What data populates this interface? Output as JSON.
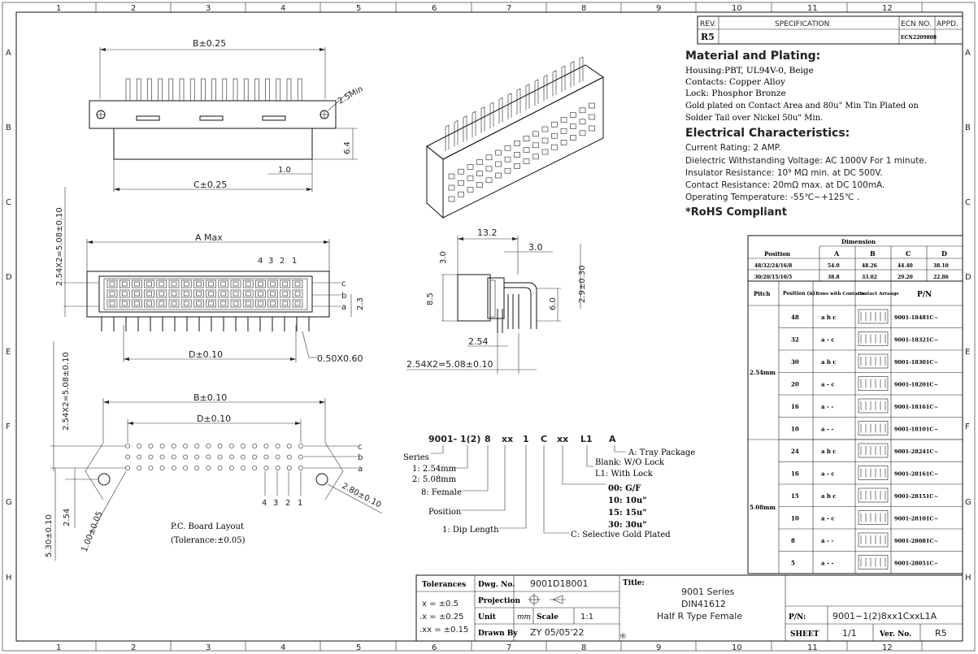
{
  "frame": {
    "col_numbers": [
      "1",
      "2",
      "3",
      "4",
      "5",
      "6",
      "7",
      "8",
      "9",
      "10",
      "11",
      "12"
    ],
    "row_letters": [
      "A",
      "B",
      "C",
      "D",
      "E",
      "F",
      "G",
      "H"
    ]
  },
  "rev_block": {
    "rev_label": "REV.",
    "spec_label": "SPECIFICATION",
    "ecn_label": "ECN NO.",
    "appd_label": "APPD.",
    "rev_value": "R5",
    "ecn_value": "ECN2209808"
  },
  "specs": {
    "material_heading": "Material and Plating:",
    "material_lines": [
      "Housing:PBT, UL94V-0, Beige",
      "Contacts: Copper Alloy",
      "Lock: Phosphor Bronze",
      "Gold plated on Contact Area and 80u\" Min Tin Plated on",
      "Solder Tail over Nickel 50u\" Min."
    ],
    "electrical_heading": "Electrical Characteristics:",
    "electrical_lines": [
      "Current Rating: 2 AMP.",
      "Dielectric Withstanding Voltage: AC 1000V For 1 minute.",
      "Insulator Resistance: 10⁹ MΩ min. at DC 500V.",
      "Contact Resistance: 20mΩ  max. at DC 100mA.",
      "Operating Temperature: -55℃~+125℃ ."
    ],
    "rohs": "*RoHS Compliant"
  },
  "dimension_table": {
    "title": "Dimension",
    "headers": [
      "Position",
      "A",
      "B",
      "C",
      "D"
    ],
    "rows": [
      [
        "48/32/24/16/8",
        "54.0",
        "48.26",
        "44.40",
        "38.10"
      ],
      [
        "30/20/15/10/5",
        "38.8",
        "33.02",
        "29.20",
        "22.86"
      ]
    ]
  },
  "pn_table": {
    "headers": [
      "Pitch",
      "Position (n)",
      "Rows with Contacts",
      "Contact Arrange",
      "P/N"
    ],
    "pitch_groups": [
      "2.54mm",
      "5.08mm"
    ],
    "rows": [
      {
        "pos": "48",
        "rows": "a b c",
        "pn": "9001-18481C~"
      },
      {
        "pos": "32",
        "rows": "a - c",
        "pn": "9001-18321C~"
      },
      {
        "pos": "30",
        "rows": "a b c",
        "pn": "9001-18301C~"
      },
      {
        "pos": "20",
        "rows": "a - c",
        "pn": "9001-18201C~"
      },
      {
        "pos": "16",
        "rows": "a - -",
        "pn": "9001-18161C~"
      },
      {
        "pos": "10",
        "rows": "a - -",
        "pn": "9001-18101C~"
      },
      {
        "pos": "24",
        "rows": "a b c",
        "pn": "9001-28241C~"
      },
      {
        "pos": "16",
        "rows": "a - c",
        "pn": "9001-28161C~"
      },
      {
        "pos": "15",
        "rows": "a b c",
        "pn": "9001-28151C~"
      },
      {
        "pos": "10",
        "rows": "a - c",
        "pn": "9001-28101C~"
      },
      {
        "pos": "8",
        "rows": "a - -",
        "pn": "9001-28081C~"
      },
      {
        "pos": "5",
        "rows": "a - -",
        "pn": "9001-28051C~"
      }
    ]
  },
  "views": {
    "top": {
      "b_dim": "B±0.25",
      "c_dim": "C±0.25",
      "hole": "2.5Min",
      "h64": "6.4",
      "d10": "1.0"
    },
    "front": {
      "a_max": "A Max",
      "pitch_v": "2.54X2=5.08±0.10",
      "d_dim": "D±0.10",
      "pin": "0.50X0.60",
      "h23": "2.3",
      "row_c": "c",
      "row_b": "b",
      "row_a": "a",
      "n4": "4",
      "n3": "3",
      "n2": "2",
      "n1": "1"
    },
    "side": {
      "w132": "13.2",
      "w30": "3.0",
      "h30": "3.0",
      "h85": "8.5",
      "h60": "6.0",
      "h29": "2.9±0.30",
      "w254": "2.54",
      "pitch": "2.54X2=5.08±0.10"
    },
    "pcb": {
      "b_dim": "B±0.10",
      "d_dim": "D±0.10",
      "pitch_v": "2.54X2=5.08±0.10",
      "row_c": "c",
      "row_b": "b",
      "row_a": "a",
      "n4": "4",
      "n3": "3",
      "n2": "2",
      "n1": "1",
      "hole_big": "2.80±0.10",
      "hole_small": "1.00±0.05",
      "v254": "2.54",
      "v530": "5.30±0.10",
      "title": "P.C. Board Layout",
      "tolerance": "(Tolerance:±0.05)"
    }
  },
  "part_number": {
    "segments": [
      "9001-",
      "1(2)",
      "8",
      "xx",
      "1",
      "C",
      "xx",
      "L1",
      "A"
    ],
    "labels": {
      "series": "Series",
      "s1": "1: 2.54mm",
      "s2": "2: 5.08mm",
      "female": "8: Female",
      "position": "Position",
      "dip": "1: Dip Length",
      "gold": "C: Selective Gold Plated",
      "tray": "A: Tray Package",
      "blank": "Blank: W/O Lock",
      "l1": "L1: With Lock",
      "g00": "00: G/F",
      "g10": "10: 10u\"",
      "g15": "15: 15u\"",
      "g30": "30: 30u\""
    }
  },
  "title_block": {
    "tol_label": "Tolerances",
    "tol1": "x  =  ±0.5",
    "tol2": ".x  =  ±0.25",
    "tol3": ".xx  =  ±0.15",
    "dwg_label": "Dwg. No.",
    "dwg_value": "9001D18001",
    "proj_label": "Projection",
    "unit_label": "Unit",
    "unit_value": "mm",
    "scale_label": "Scale",
    "scale_value": "1:1",
    "drawn_label": "Drawn By",
    "drawn_value": "ZY 05/05'22",
    "title_label": "Title:",
    "title1": "9001 Series",
    "title2": "DIN41612",
    "title3": "Half R Type Female",
    "pn_label": "P/N:",
    "pn_value": "9001−1(2)8xx1CxxL1A",
    "sheet_label": "SHEET",
    "sheet_value": "1/1",
    "ver_label": "Ver. No.",
    "ver_value": "R5",
    "reg": "®"
  }
}
